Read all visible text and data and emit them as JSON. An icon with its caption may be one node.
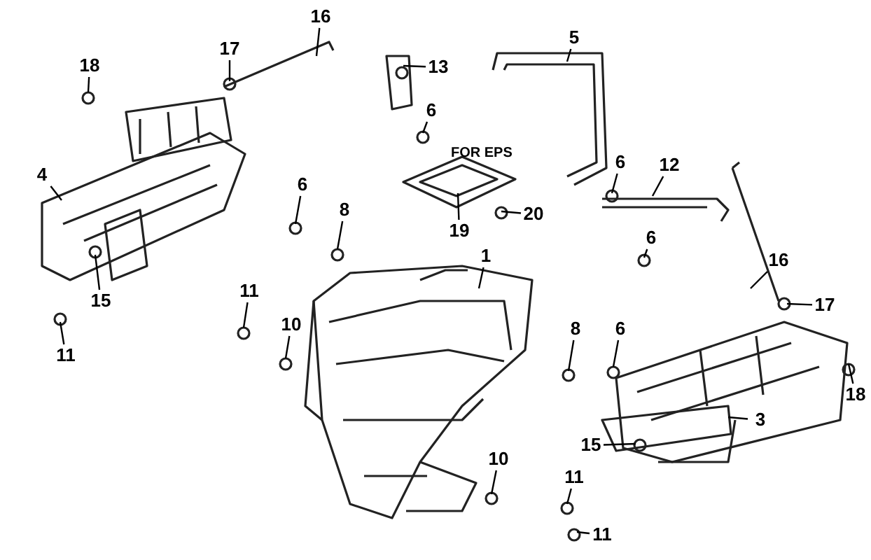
{
  "diagram": {
    "nodes": [
      {
        "text": [
          "16"
        ]
      },
      {
        "text": [
          "13"
        ]
      },
      {
        "text": [
          "5"
        ]
      },
      {
        "text": [
          "18"
        ]
      },
      {
        "text": [
          "17"
        ]
      },
      {
        "text": [
          "6"
        ]
      },
      {
        "text": [
          "4"
        ]
      },
      {
        "text": [
          "12"
        ]
      },
      {
        "text": [
          "6"
        ]
      },
      {
        "text": [
          "8"
        ]
      },
      {
        "text": [
          "19"
        ]
      },
      {
        "text": [
          "20"
        ]
      },
      {
        "text": [
          "6"
        ]
      },
      {
        "text": [
          "1"
        ]
      },
      {
        "text": [
          "16"
        ]
      },
      {
        "text": [
          "6"
        ]
      },
      {
        "text": [
          "17"
        ]
      },
      {
        "text": [
          "11"
        ]
      },
      {
        "text": [
          "10"
        ]
      },
      {
        "text": [
          "15"
        ]
      },
      {
        "text": [
          "8"
        ]
      },
      {
        "text": [
          "6"
        ]
      },
      {
        "text": [
          "11"
        ]
      },
      {
        "text": [
          "18"
        ]
      },
      {
        "text": [
          "15"
        ]
      },
      {
        "text": [
          "3"
        ]
      },
      {
        "text": [
          "10"
        ]
      },
      {
        "text": [
          "11"
        ]
      },
      {
        "text": [
          "11"
        ]
      }
    ],
    "edges": [
      {
        "from": 0,
        "to": null,
        "arrow": "none"
      },
      {
        "from": 1,
        "to": null,
        "arrow": "none"
      },
      {
        "from": 2,
        "to": null,
        "arrow": "none"
      },
      {
        "from": 3,
        "to": null,
        "arrow": "none"
      },
      {
        "from": 4,
        "to": null,
        "arrow": "none"
      },
      {
        "from": 5,
        "to": null,
        "arrow": "none"
      },
      {
        "from": 6,
        "to": null,
        "arrow": "none"
      },
      {
        "from": 7,
        "to": null,
        "arrow": "none"
      },
      {
        "from": 8,
        "to": null,
        "arrow": "none"
      },
      {
        "from": 9,
        "to": null,
        "arrow": "none"
      },
      {
        "from": 10,
        "to": null,
        "arrow": "none"
      },
      {
        "from": 11,
        "to": null,
        "arrow": "none"
      },
      {
        "from": 12,
        "to": null,
        "arrow": "none"
      },
      {
        "from": 13,
        "to": null,
        "arrow": "none"
      },
      {
        "from": 14,
        "to": null,
        "arrow": "none"
      },
      {
        "from": 15,
        "to": null,
        "arrow": "none"
      },
      {
        "from": 16,
        "to": null,
        "arrow": "none"
      },
      {
        "from": 17,
        "to": null,
        "arrow": "none"
      },
      {
        "from": 18,
        "to": null,
        "arrow": "none"
      },
      {
        "from": 19,
        "to": null,
        "arrow": "none"
      },
      {
        "from": 20,
        "to": null,
        "arrow": "none"
      },
      {
        "from": 21,
        "to": null,
        "arrow": "none"
      },
      {
        "from": 22,
        "to": null,
        "arrow": "none"
      },
      {
        "from": 23,
        "to": null,
        "arrow": "none"
      },
      {
        "from": 24,
        "to": null,
        "arrow": "none"
      },
      {
        "from": 25,
        "to": null,
        "arrow": "none"
      },
      {
        "from": 26,
        "to": null,
        "arrow": "none"
      },
      {
        "from": 27,
        "to": null,
        "arrow": "none"
      },
      {
        "from": 28,
        "to": null,
        "arrow": "none"
      }
    ],
    "labels": [
      "FOR EPS"
    ]
  }
}
